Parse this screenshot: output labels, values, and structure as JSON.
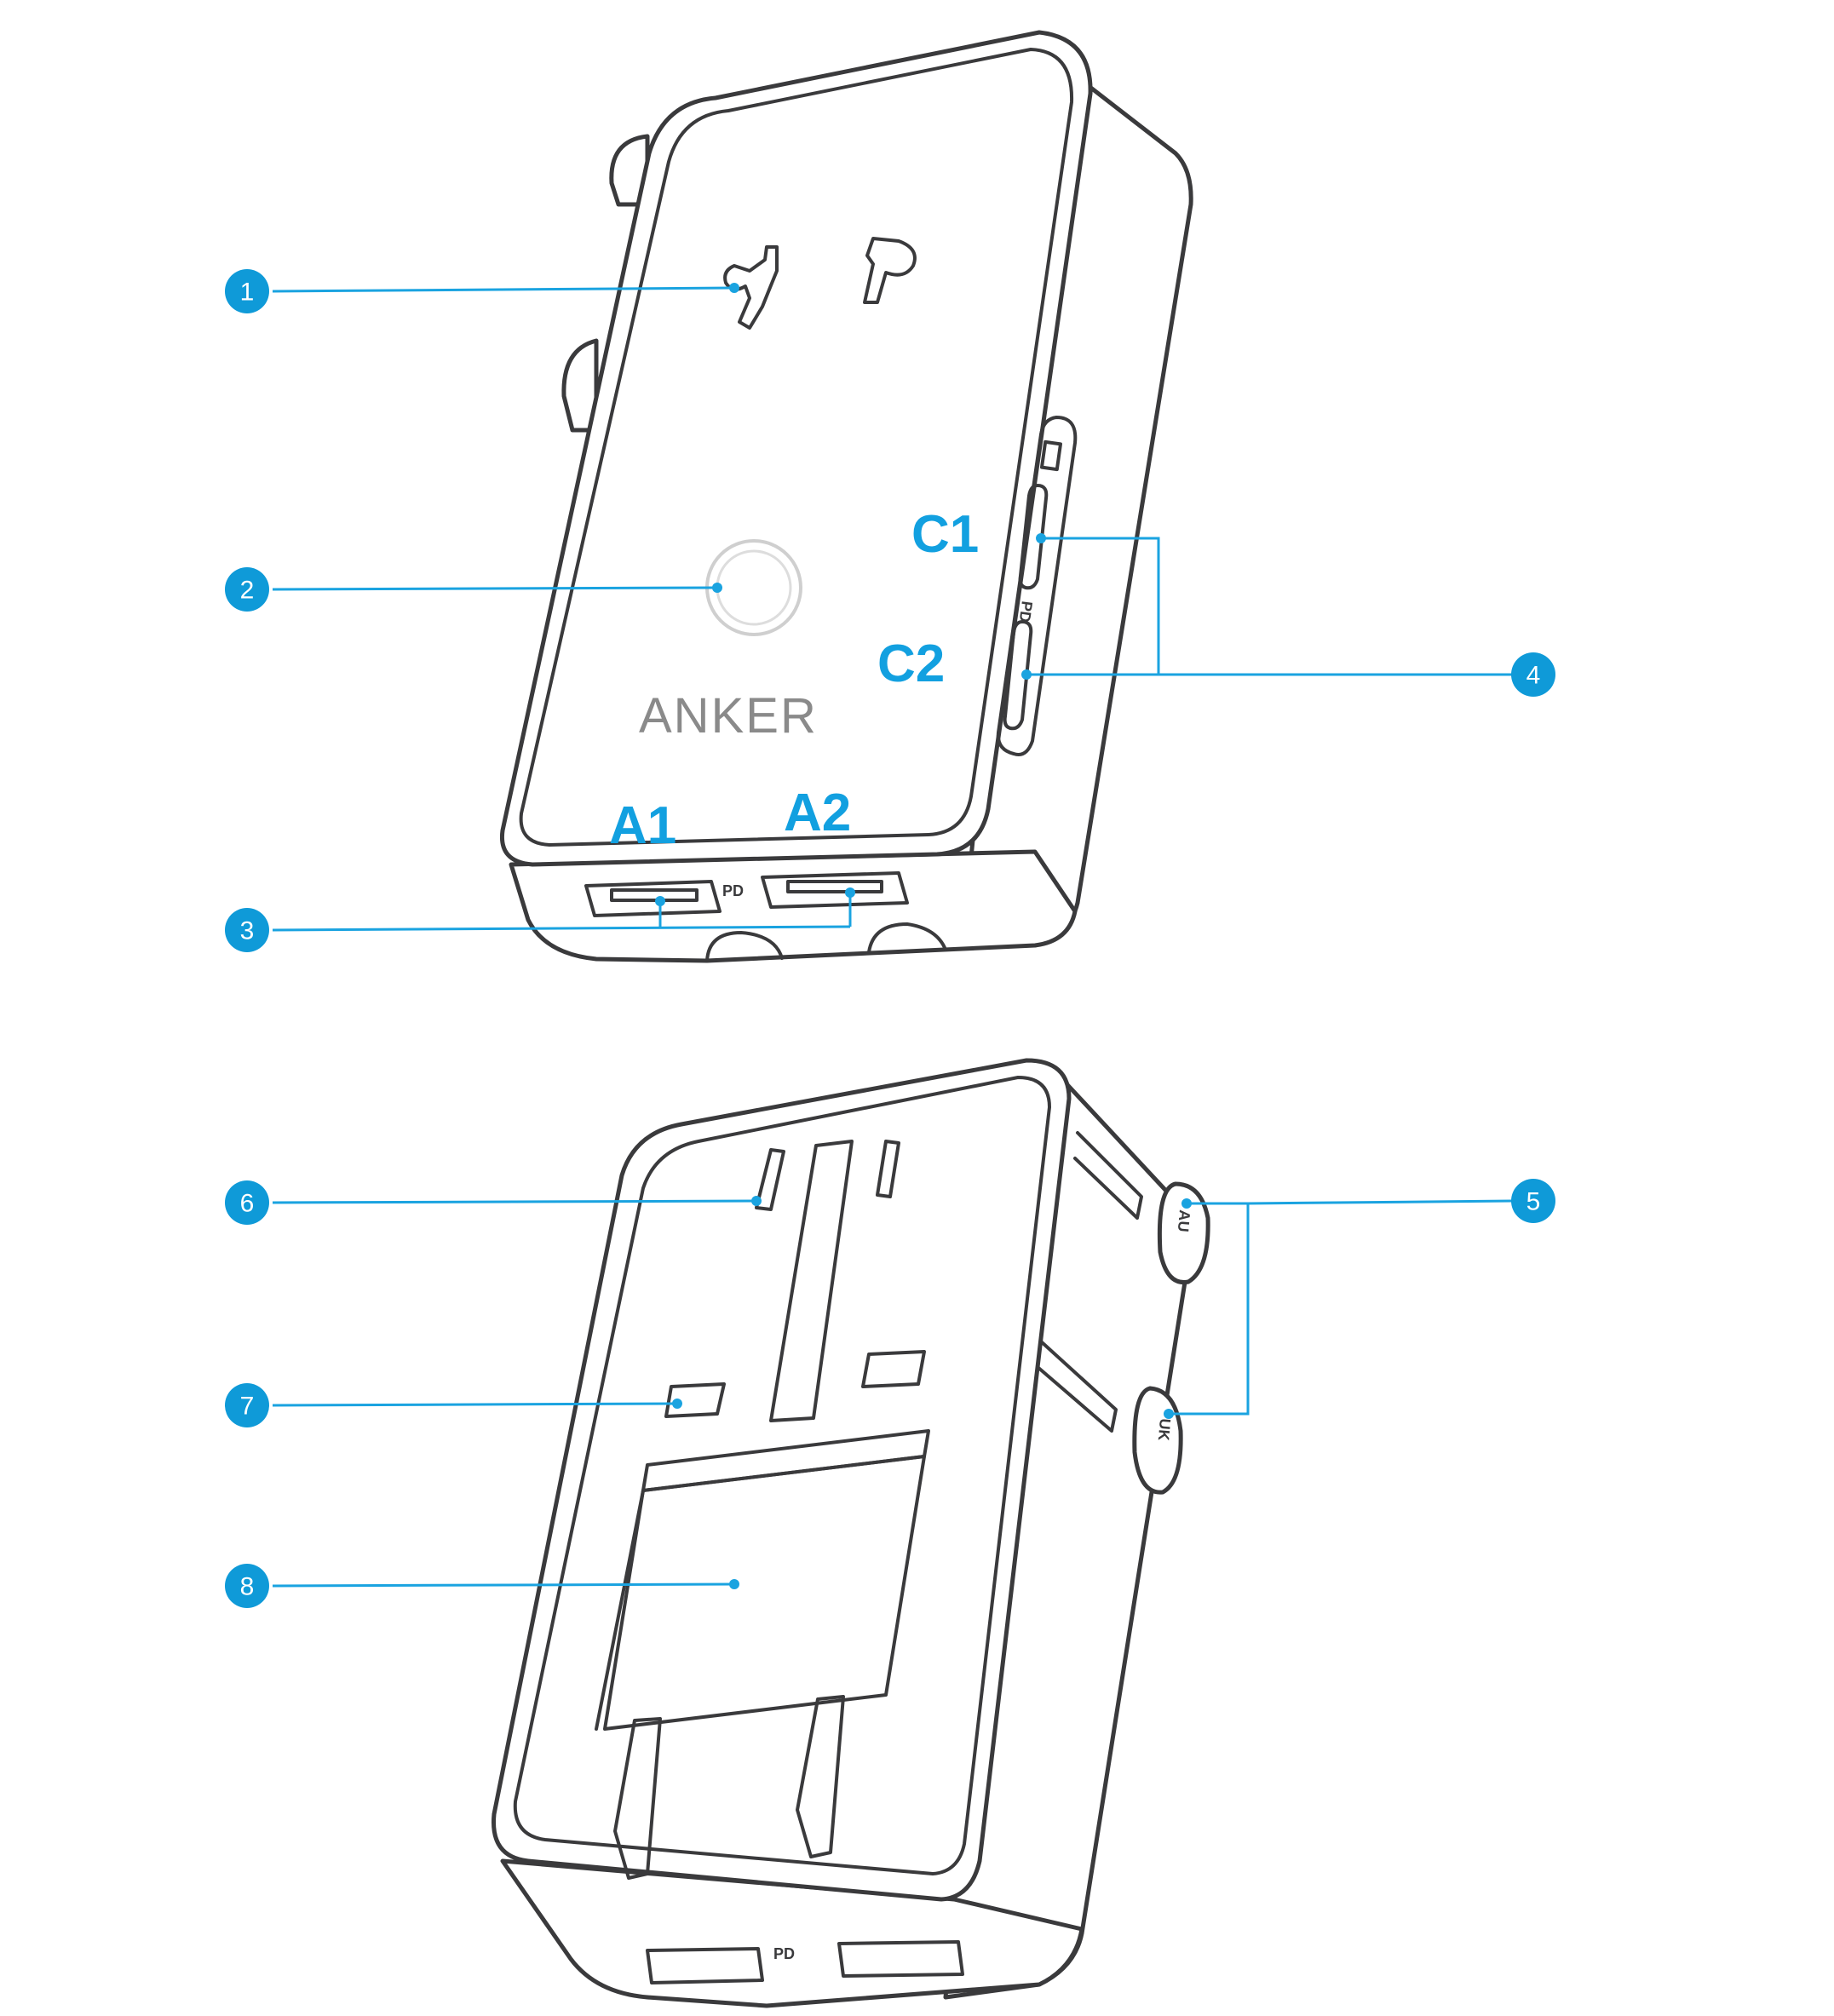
{
  "device": {
    "brand_text": "ANKER",
    "port_labels": {
      "c1": "C1",
      "c2": "C2",
      "a1": "A1",
      "a2": "A2"
    }
  },
  "callouts": [
    {
      "number": "1",
      "part": "universal-ac-outlet"
    },
    {
      "number": "2",
      "part": "indicator-button"
    },
    {
      "number": "3",
      "part": "usb-a-ports"
    },
    {
      "number": "4",
      "part": "usb-c-ports"
    },
    {
      "number": "5",
      "part": "uk-au-plug-sliders"
    },
    {
      "number": "6",
      "part": "us-plug-slots"
    },
    {
      "number": "7",
      "part": "eu-plug-slots"
    },
    {
      "number": "8",
      "part": "us-plug-slider-panel"
    }
  ],
  "colors": {
    "callout_blue": "#0f9ad8",
    "label_blue": "#12a0e0",
    "outline": "#3a3a3c",
    "highlight_yellow": "#fbf9d4",
    "highlight_blue": "#dcefff"
  }
}
